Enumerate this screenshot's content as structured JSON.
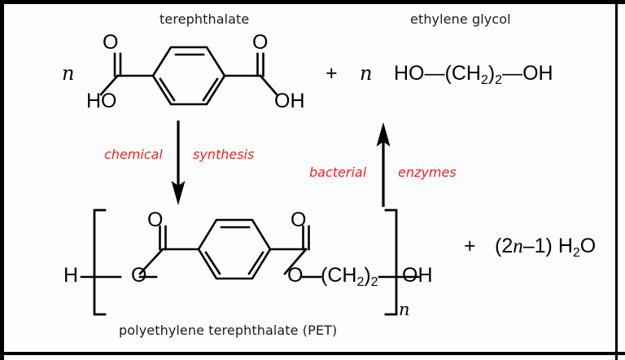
{
  "diagram": {
    "title_top_left": "terephthalate",
    "title_top_right": "ethylene glycol",
    "caption_bottom": "polyethylene terephthalate (PET)",
    "accent_color": "#ee2222",
    "line_color": "#000000",
    "background": "#fdfdfd"
  },
  "reactants": {
    "coefficient_left": "n",
    "plus_sign": "+",
    "coefficient_right": "n",
    "terephthalate": {
      "left_acid_oh": "HO",
      "left_carbonyl_o": "O",
      "right_carbonyl_o": "O",
      "right_acid_oh": "OH",
      "ring": "benzene-ring"
    },
    "ethylene_glycol_formula": "HO—(CH2)2—OH",
    "ethylene_glycol_parts": {
      "ho": "HO",
      "bond1": "—",
      "open_paren": "(",
      "ch": "CH",
      "sub2": "2",
      "close_paren": ")",
      "sub_n2": "2",
      "bond2": "—",
      "oh": "OH"
    }
  },
  "arrows": {
    "down": {
      "label_left": "chemical",
      "label_right": "synthesis",
      "direction": "down",
      "name": "chemical-synthesis-arrow"
    },
    "up": {
      "label_left": "bacterial",
      "label_right": "enzymes",
      "direction": "up",
      "name": "bacterial-enzymes-arrow"
    }
  },
  "product": {
    "terminal_h": "H",
    "ester_o_left": "O",
    "carbonyl_o_left": "O",
    "carbonyl_o_right": "O",
    "ester_o_right": "O",
    "ethylene_unit": {
      "open_paren": "(",
      "ch": "CH",
      "sub2": "2",
      "close_paren": ")",
      "sub_n2": "2"
    },
    "terminal_oh": "OH",
    "repeat_subscript": "n",
    "byproduct": {
      "plus": "+",
      "coefficient_open": "(2",
      "coefficient_n": "n",
      "coefficient_rest": "–1)",
      "formula_h": "H",
      "formula_sub2": "2",
      "formula_o": "O"
    }
  }
}
